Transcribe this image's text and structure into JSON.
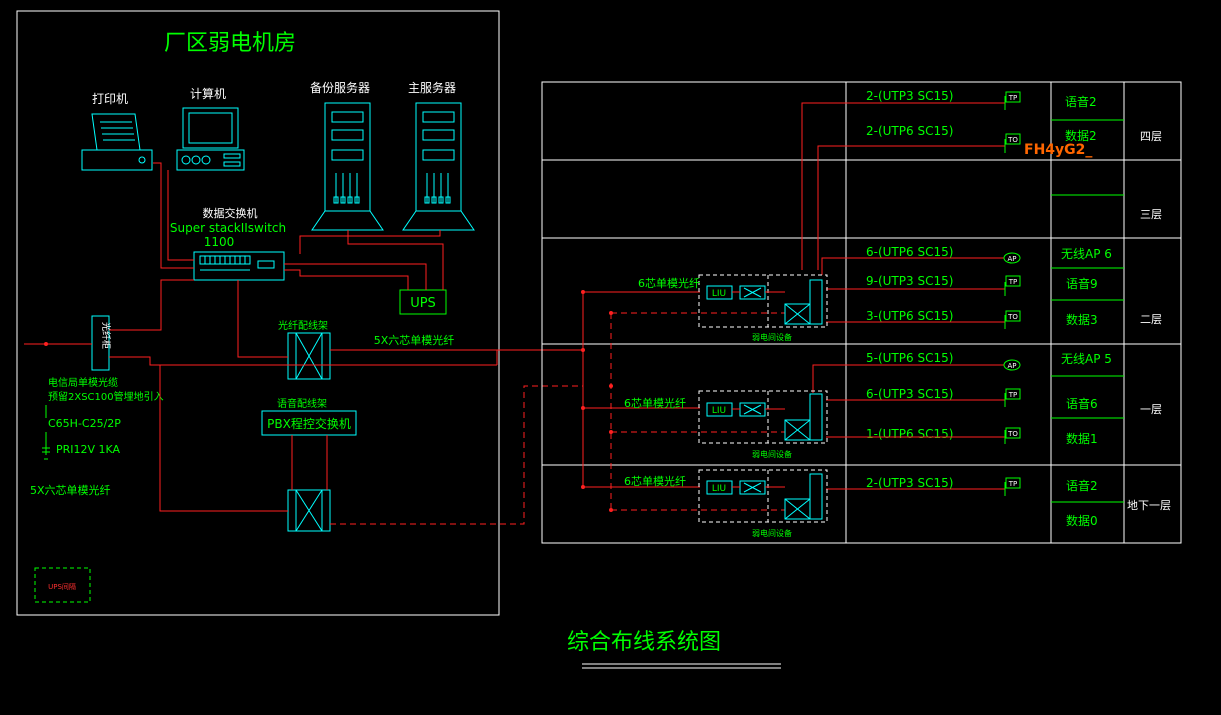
{
  "machine_room": {
    "title": "厂区弱电机房",
    "printer_label": "打印机",
    "computer_label": "计算机",
    "backup_server_label": "备份服务器",
    "main_server_label": "主服务器",
    "data_switch_label": "数据交换机",
    "switch_model_label": "Super stackIIswitch",
    "switch_model_number": "1100",
    "ups_label": "UPS",
    "fiber_rack_label": "光纤配线架",
    "voice_rack_label": "语音配线架",
    "pbx_label": "PBX程控交换机",
    "fiber_cabinet_label": "光纤柜",
    "trunk_fiber_label": "5X六芯单模光纤",
    "telecom_cable_label": "电信局单模光缆",
    "conduit_label": "预留2XSC100管埋地引入",
    "breaker_label": "C65H-C25/2P",
    "surge_label": "PRI12V 1KA",
    "left_fiber_label": "5X六芯单模光纤",
    "ups_room_label": "UPS间隔"
  },
  "riser": {
    "floors": [
      {
        "name": "四层",
        "outlets": [
          {
            "cable": "2-(UTP3 SC15)",
            "jack": "TP",
            "label": "语音2"
          },
          {
            "cable": "2-(UTP6 SC15)",
            "jack": "TO",
            "label": "数据2"
          }
        ]
      },
      {
        "name": "三层",
        "outlets": []
      },
      {
        "name": "二层",
        "fiber": "6芯单模光纤",
        "liu": "LIU",
        "cabinet": "弱电间设备",
        "outlets": [
          {
            "cable": "6-(UTP6 SC15)",
            "jack": "AP",
            "label": "无线AP 6"
          },
          {
            "cable": "9-(UTP3 SC15)",
            "jack": "TP",
            "label": "语音9"
          },
          {
            "cable": "3-(UTP6 SC15)",
            "jack": "TO",
            "label": "数据3"
          }
        ]
      },
      {
        "name": "一层",
        "fiber": "6芯单模光纤",
        "liu": "LIU",
        "cabinet": "弱电间设备",
        "outlets": [
          {
            "cable": "5-(UTP6 SC15)",
            "jack": "AP",
            "label": "无线AP 5"
          },
          {
            "cable": "6-(UTP3 SC15)",
            "jack": "TP",
            "label": "语音6"
          },
          {
            "cable": "1-(UTP6 SC15)",
            "jack": "TO",
            "label": "数据1"
          }
        ]
      },
      {
        "name": "地下一层",
        "fiber": "6芯单模光纤",
        "liu": "LIU",
        "cabinet": "弱电间设备",
        "outlets": [
          {
            "cable": "2-(UTP3 SC15)",
            "jack": "TP",
            "label": "语音2"
          },
          {
            "cable": "",
            "jack": "",
            "label": "数据0"
          }
        ]
      }
    ],
    "stray_text": "FH4yG2_"
  },
  "diagram_title": "综合布线系统图",
  "colors": {
    "frame": "#ffffff",
    "text": "#00ff00",
    "equipment": "#00ffff",
    "cable": "#ff2020",
    "annotation": "#ff6600"
  }
}
